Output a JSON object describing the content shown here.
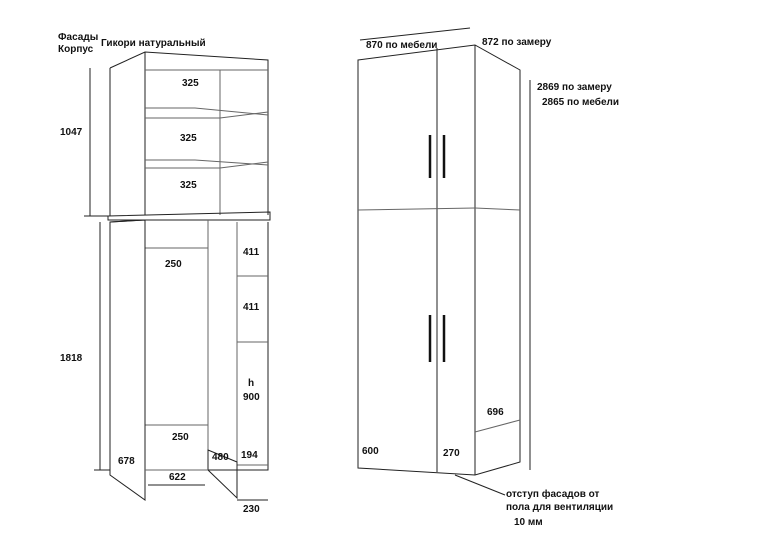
{
  "left_drawing": {
    "legend": {
      "facades": "Фасады",
      "body": "Корпус",
      "material": "Гикори натуральный"
    },
    "dims": {
      "shelf1": "325",
      "shelf2": "325",
      "shelf3": "325",
      "top_height": "1047",
      "bottom_height": "1818",
      "hang_top": "250",
      "hang_bottom": "250",
      "shelf_a": "411",
      "shelf_b": "411",
      "h_label": "h",
      "h_value": "900",
      "door_width": "678",
      "inner_width": "622",
      "inner_depth": "480",
      "bottom_shelf": "194",
      "side_depth": "230"
    }
  },
  "right_drawing": {
    "dims": {
      "width_furniture": "870 по мебели",
      "width_measured": "872 по замеру",
      "height_measured": "2869 по замеру",
      "height_furniture": "2865 по мебели",
      "left_door_width": "600",
      "right_door_width": "270",
      "plinth": "696"
    },
    "note_line1": "отступ фасадов от",
    "note_line2": "пола для вентиляции",
    "note_value": "10  мм"
  }
}
